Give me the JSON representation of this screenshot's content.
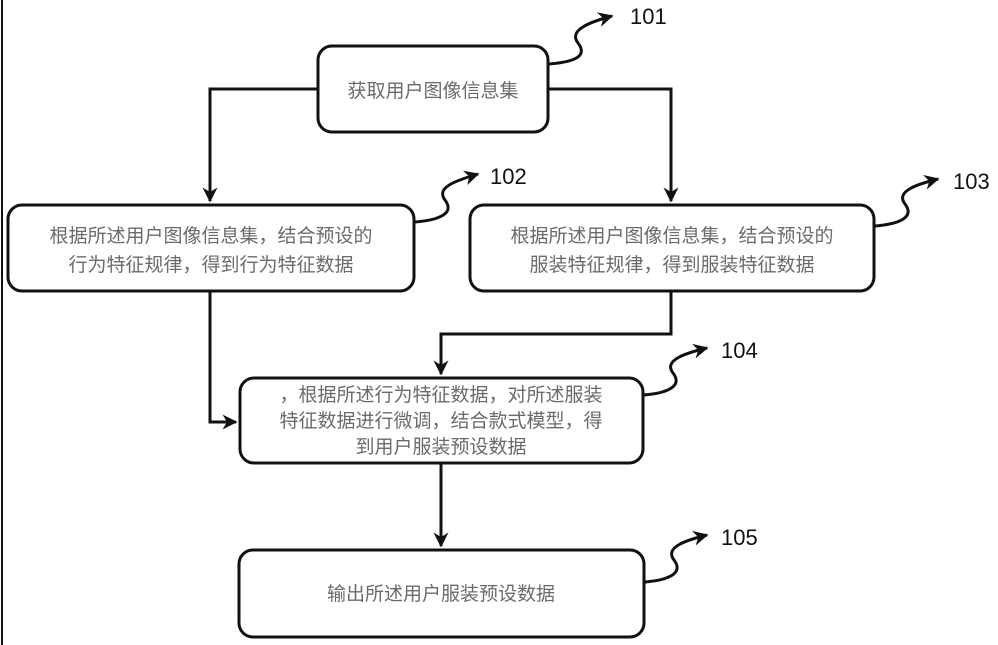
{
  "diagram": {
    "type": "flowchart",
    "steps": [
      {
        "ref": "101",
        "lines": [
          "获取用户图像信息集"
        ]
      },
      {
        "ref": "102",
        "lines": [
          "根据所述用户图像信息集，结合预设的",
          "行为特征规律，得到行为特征数据"
        ]
      },
      {
        "ref": "103",
        "lines": [
          "根据所述用户图像信息集，结合预设的",
          "服装特征规律，得到服装特征数据"
        ]
      },
      {
        "ref": "104",
        "lines": [
          "，根据所述行为特征数据，对所述服装",
          "特征数据进行微调，结合款式模型，得",
          "到用户服装预设数据"
        ]
      },
      {
        "ref": "105",
        "lines": [
          "输出所述用户服装预设数据"
        ]
      }
    ],
    "edges": [
      {
        "from": "101",
        "to": "102"
      },
      {
        "from": "101",
        "to": "103"
      },
      {
        "from": "102",
        "to": "104"
      },
      {
        "from": "103",
        "to": "104"
      },
      {
        "from": "104",
        "to": "105"
      }
    ],
    "colors": {
      "stroke": "#111111",
      "text": "#6b6b6b",
      "background": "#ffffff"
    }
  }
}
